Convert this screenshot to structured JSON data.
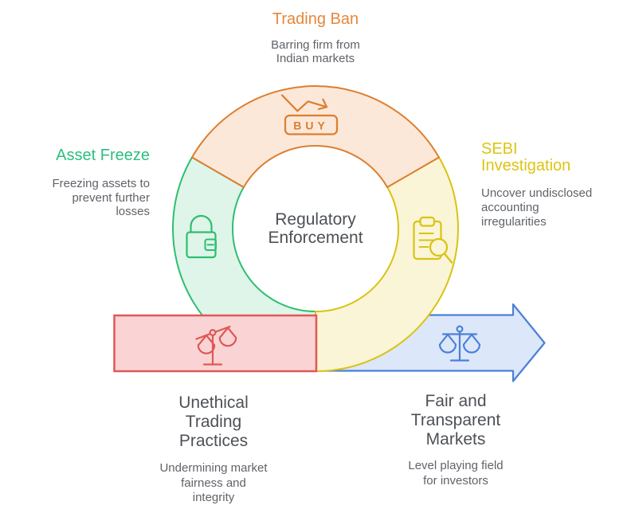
{
  "center": {
    "title": "Regulatory\nEnforcement"
  },
  "nodes": {
    "trading_ban": {
      "title": "Trading Ban",
      "description": "Barring firm from\nIndian markets",
      "icon": "trend-down-buy-icon",
      "buy_label": "BUY",
      "color": "#dd7e2e",
      "fill": "#fbe8d9"
    },
    "sebi_investigation": {
      "title": "SEBI\nInvestigation",
      "description": "Uncover undisclosed\naccounting\nirregularities",
      "icon": "clipboard-search-icon",
      "color": "#d9c312",
      "fill": "#faf5d7"
    },
    "asset_freeze": {
      "title": "Asset Freeze",
      "description": "Freezing assets to\nprevent further\nlosses",
      "icon": "padlock-icon",
      "color": "#2dbe71",
      "fill": "#dff5e9"
    },
    "unethical_trading": {
      "title": "Unethical\nTrading\nPractices",
      "description": "Undermining market\nfairness and\nintegrity",
      "icon": "unbalanced-scales-icon",
      "color": "#e05757",
      "fill": "#fad4d4"
    },
    "fair_markets": {
      "title": "Fair and\nTransparent\nMarkets",
      "description": "Level playing field\nfor investors",
      "icon": "balanced-scales-icon",
      "color": "#4b80d6",
      "fill": "#dce7fa"
    }
  },
  "palette": {
    "title_gray": "#4d5156",
    "body_gray": "#5f6368",
    "background": "#ffffff"
  }
}
